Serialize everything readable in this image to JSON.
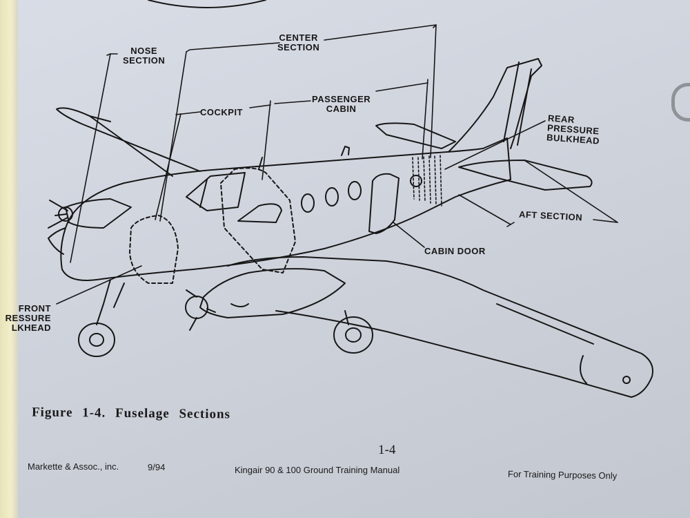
{
  "labels": {
    "nose_section": "NOSE\nSECTION",
    "center_section": "CENTER\nSECTION",
    "cockpit": "COCKPIT",
    "passenger_cabin": "PASSENGER\nCABIN",
    "rear_pressure_bulkhead": "REAR\nPRESSURE\nBULKHEAD",
    "aft_section": "AFT SECTION",
    "cabin_door": "CABIN DOOR",
    "front_pressure_bulkhead": "FRONT\nRESSURE\nLKHEAD"
  },
  "caption": "Figure 1-4. Fuselage Sections",
  "page_number": "1-4",
  "footer": {
    "publisher": "Markette & Assoc., inc.",
    "date": "9/94",
    "manual_title": "Kingair 90 & 100 Ground Training Manual",
    "notice": "For Training Purposes Only"
  },
  "colors": {
    "ink": "#161616",
    "paper": "#d4d8e0"
  }
}
